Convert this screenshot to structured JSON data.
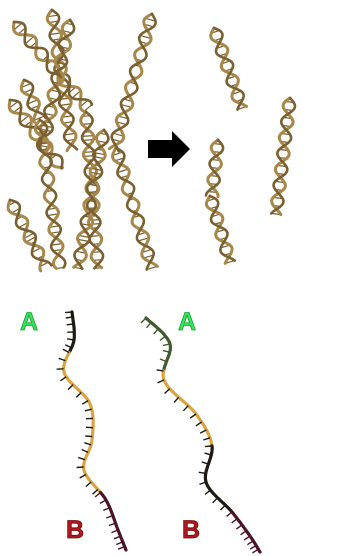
{
  "labels": {
    "top_end_left": "A",
    "top_end_right": "A",
    "bottom_end_left": "B",
    "bottom_end_right": "B"
  },
  "colors": {
    "dna_gold": "#a8874a",
    "dna_gold_dark": "#7a6030",
    "arrow": "#000000",
    "label_a": "#33e35a",
    "label_b": "#b0181e",
    "strand_gold": "#d9a441",
    "strand_dark": "#1c1a12",
    "strand_maroon": "#4a1426",
    "strand_green": "#3f5a2e"
  },
  "icons": {
    "arrow": "right-arrow-icon"
  }
}
